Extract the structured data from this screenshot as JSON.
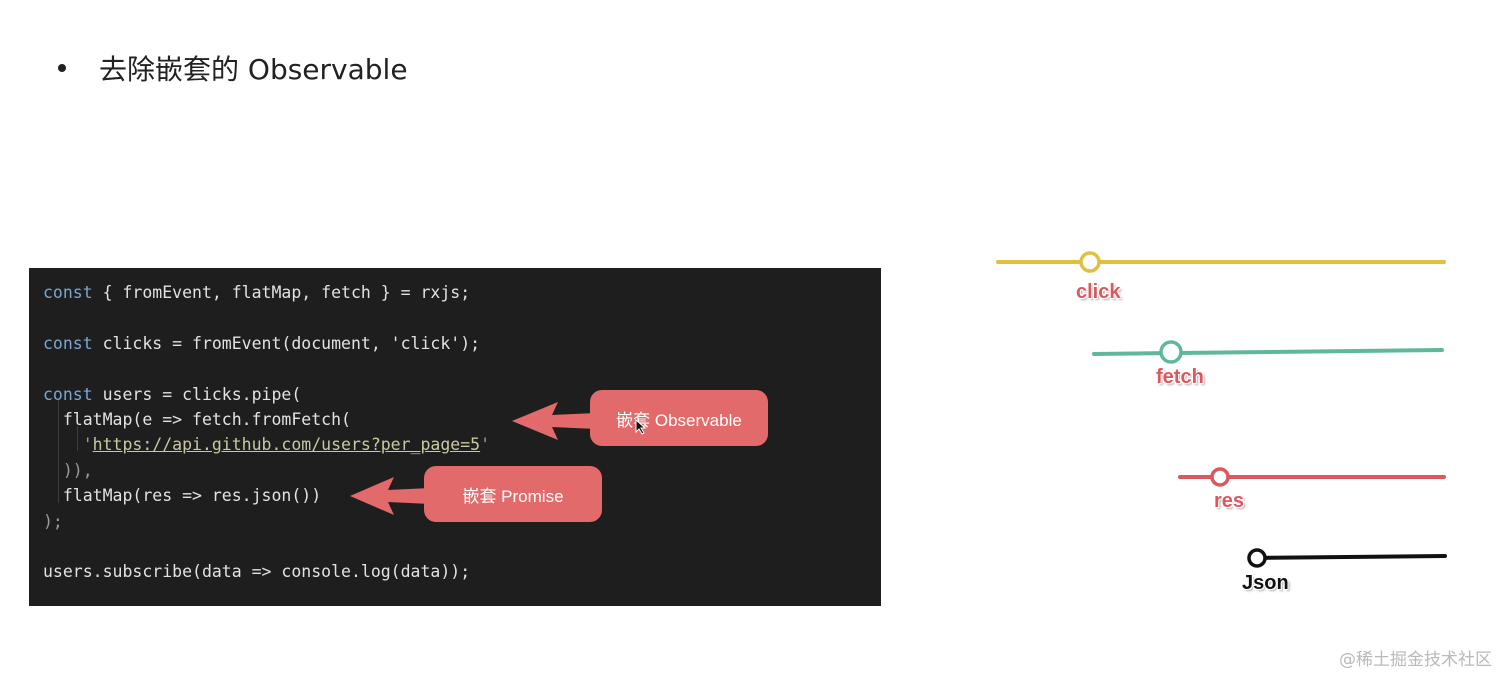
{
  "heading": {
    "bullet": "•",
    "text": "去除嵌套的 Observable"
  },
  "code": {
    "line1": {
      "kw": "const",
      "rest": " { fromEvent, flatMap, fetch } = rxjs;"
    },
    "line2": {
      "kw": "const",
      "rest": " clicks = fromEvent(document, 'click');"
    },
    "line3": {
      "kw": "const",
      "rest": " users = clicks.pipe("
    },
    "line4": "  flatMap(e => fetch.fromFetch(",
    "line5_pre": "    '",
    "line5_url": "https://api.github.com/users?per_page=5",
    "line5_post": "'",
    "line6": "  )),",
    "line7": "  flatMap(res => res.json())",
    "line8": ");",
    "line9": "users.subscribe(data => console.log(data));"
  },
  "callouts": {
    "observable": "嵌套 Observable",
    "promise": "嵌套 Promise"
  },
  "timelines": {
    "click": {
      "label": "click",
      "color": "#e0c040"
    },
    "fetch": {
      "label": "fetch",
      "color": "#5fb89a"
    },
    "res": {
      "label": "res",
      "color": "#d9595f"
    },
    "json": {
      "label": "Json",
      "color": "#111111"
    }
  },
  "watermark": "@稀土掘金技术社区"
}
